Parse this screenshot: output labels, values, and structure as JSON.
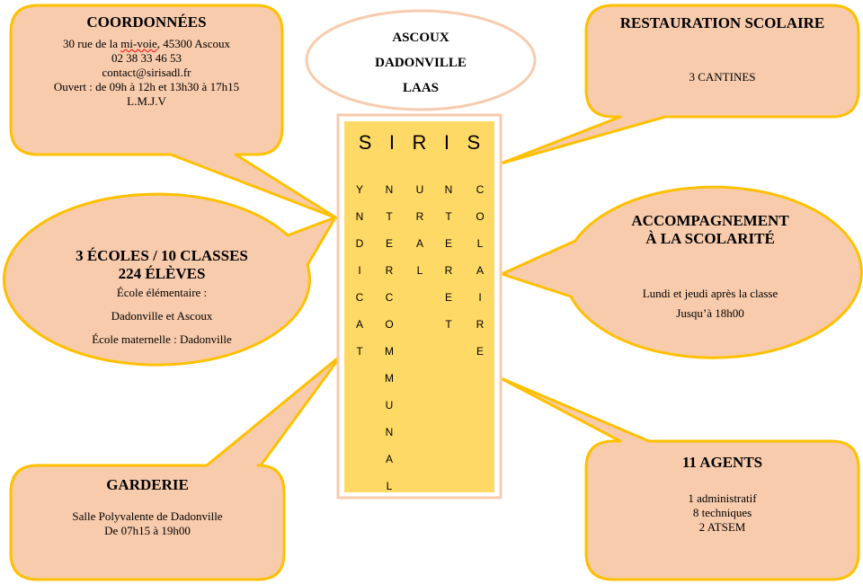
{
  "colors": {
    "callout_fill": "#f8cbad",
    "callout_stroke": "#ffc000",
    "box_fill": "#ffd966",
    "box_border": "#f8cbad"
  },
  "communes": [
    "ASCOUX",
    "DADONVILLE",
    "LAAS"
  ],
  "siris": {
    "title": [
      "S",
      "I",
      "R",
      "I",
      "S"
    ],
    "columns": [
      [
        "Y",
        "N",
        "D",
        "I",
        "C",
        "A",
        "T"
      ],
      [
        "N",
        "T",
        "E",
        "R",
        "C",
        "O",
        "M",
        "M",
        "U",
        "N",
        "A",
        "L"
      ],
      [
        "U",
        "R",
        "A",
        "L"
      ],
      [
        "N",
        "T",
        "E",
        "R",
        "E",
        "T"
      ],
      [
        "C",
        "O",
        "L",
        "A",
        "I",
        "R",
        "E"
      ]
    ]
  },
  "coordonnees": {
    "title": "COORDONNÉES",
    "address_pre": "30 rue de la ",
    "address_word": "mi-voie",
    "address_post": ", 45300 Ascoux",
    "phone": "02 38 33 46 53",
    "email": "contact@sirisadl.fr",
    "hours": "Ouvert : de 09h à 12h et 13h30 à 17h15",
    "days": "L.M.J.V"
  },
  "ecoles": {
    "title1": "3 ÉCOLES / 10 CLASSES",
    "title2": "224 ÉLÈVES",
    "l1": "École élémentaire :",
    "l2": "Dadonville et Ascoux",
    "l3": "École maternelle : Dadonville"
  },
  "garderie": {
    "title": "GARDERIE",
    "l1": "Salle Polyvalente de Dadonville",
    "l2": "De 07h15 à 19h00"
  },
  "restauration": {
    "title": "RESTAURATION SCOLAIRE",
    "l1": "3 CANTINES"
  },
  "accompagnement": {
    "title1": "ACCOMPAGNEMENT",
    "title2": "À LA SCOLARITÉ",
    "l1": "Lundi et jeudi après la classe",
    "l2": "Jusqu’à 18h00"
  },
  "agents": {
    "title": "11 AGENTS",
    "l1": "1 administratif",
    "l2": "8 techniques",
    "l3": "2 ATSEM"
  }
}
